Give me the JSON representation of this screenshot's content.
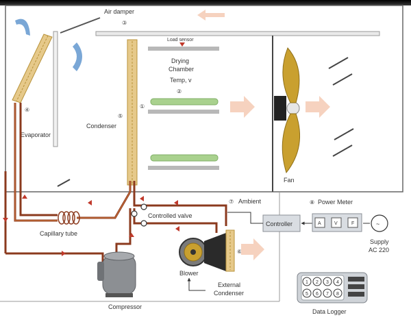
{
  "labels": {
    "air_damper": "Air damper",
    "load_sensor": "Load sensor",
    "drying_chamber_1": "Drying",
    "drying_chamber_2": "Chamber",
    "temp_v": "Temp, v",
    "evaporator": "Evaporator",
    "condenser": "Condenser",
    "fan": "Fan",
    "ambient": "Ambient",
    "power_meter": "Power Meter",
    "controller": "Controller",
    "capillary_tube": "Capillary tube",
    "controlled_valve": "Controlled valve",
    "blower": "Blower",
    "external_condenser_1": "External",
    "external_condenser_2": "Condenser",
    "compressor": "Compressor",
    "supply_1": "Supply",
    "supply_2": "AC 220",
    "data_logger": "Data Logger"
  },
  "markers": {
    "damper": "③",
    "chamber": "②",
    "evaporator": "④",
    "condenser_a": "⑤",
    "condenser_b": "①",
    "ambient": "⑦",
    "power_meter": "⑧",
    "ext_condenser": "⑥"
  },
  "meter_keys": [
    "A",
    "V",
    "F"
  ],
  "supply_symbol": "~",
  "keypad": [
    "1",
    "2",
    "3",
    "4",
    "5",
    "6",
    "7",
    "8"
  ],
  "colors": {
    "pipe": "#8b3a1e",
    "arrow": "#c0392b",
    "condenser_coil": "#e6c98a",
    "tray": "#a9d18e",
    "fan_blade": "#c9a02f",
    "hot_air": "#f5cdb8",
    "device_grey": "#d9dde2"
  },
  "icons": [
    "curved-air-arrow-icon",
    "fan-icon",
    "blower-icon",
    "ac-source-icon",
    "keypad-icon"
  ]
}
